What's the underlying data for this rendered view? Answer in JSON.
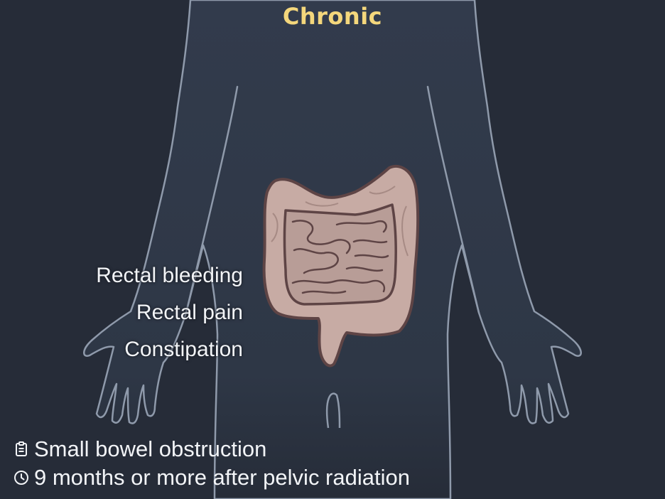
{
  "title": "Chronic",
  "symptoms": [
    "Rectal bleeding",
    "Rectal pain",
    "Constipation"
  ],
  "notes": [
    {
      "icon": "clipboard-icon",
      "text": "Small bowel obstruction"
    },
    {
      "icon": "clock-icon",
      "text": "9 months or more after pelvic radiation"
    }
  ],
  "colors": {
    "background": "#262c38",
    "body_fill": "#2f3848",
    "body_outline": "#8f9aab",
    "intestine_fill": "#c7aba4",
    "intestine_outline": "#5e4445",
    "title": "#f4d77c",
    "text": "#f2f4f7"
  }
}
